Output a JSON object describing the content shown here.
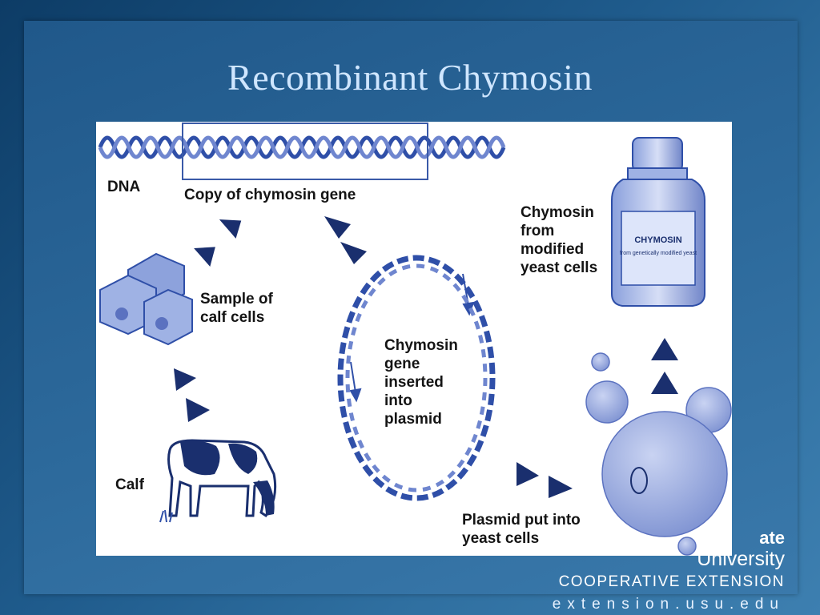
{
  "slide": {
    "title": "Recombinant Chymosin"
  },
  "diagram": {
    "labels": {
      "dna": "DNA",
      "copy_gene": "Copy of chymosin gene",
      "sample_cells": "Sample of\ncalf cells",
      "calf": "Calf",
      "inserted": "Chymosin\ngene\ninserted\ninto\nplasmid",
      "plasmid_yeast": "Plasmid put into\nyeast cells",
      "from_yeast": "Chymosin\nfrom\nmodified\nyeast cells"
    },
    "bottle": {
      "label_main": "CHYMOSIN",
      "label_sub": "from genetically\nmodified yeast"
    },
    "colors": {
      "dna_blue": "#2f4fa8",
      "yeast_blue": "#8d9fd8",
      "arrow_navy": "#1a2f6e"
    }
  },
  "branding": {
    "logo_fragment": "ate",
    "university": "University",
    "extension": "COOPERATIVE EXTENSION",
    "url": "extension.usu.edu"
  }
}
